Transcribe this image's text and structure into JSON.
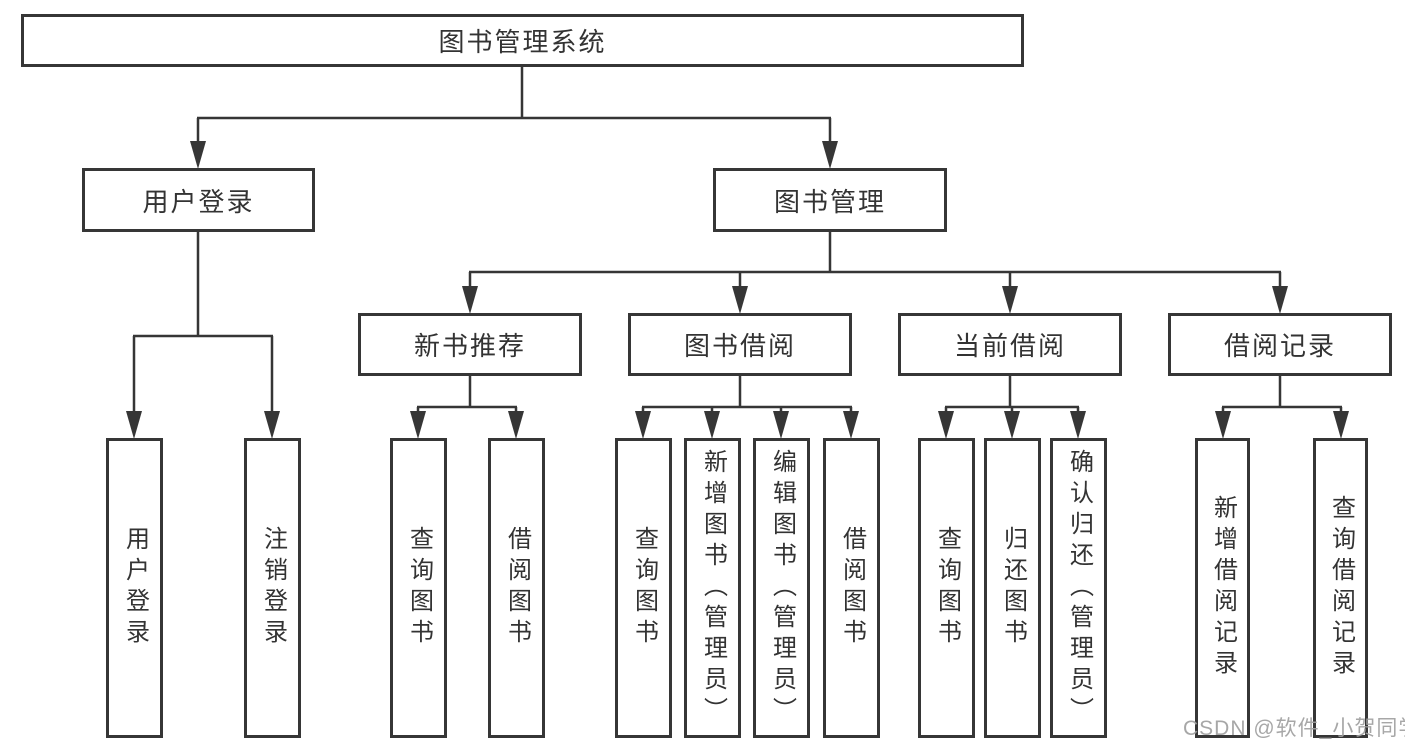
{
  "diagram": {
    "title": "图书管理系统",
    "colors": {
      "line": "#363636",
      "text": "#333333",
      "background": "#ffffff",
      "watermark": "#a0a0a0"
    },
    "nodes": {
      "root": {
        "label": "图书管理系统"
      },
      "level2": [
        {
          "label": "用户登录"
        },
        {
          "label": "图书管理"
        }
      ],
      "level3": [
        {
          "label": "新书推荐",
          "parent": "图书管理"
        },
        {
          "label": "图书借阅",
          "parent": "图书管理"
        },
        {
          "label": "当前借阅",
          "parent": "图书管理"
        },
        {
          "label": "借阅记录",
          "parent": "图书管理"
        }
      ],
      "level4": [
        {
          "label": "用户登录",
          "parent": "用户登录"
        },
        {
          "label": "注销登录",
          "parent": "用户登录"
        },
        {
          "label": "查询图书",
          "parent": "新书推荐"
        },
        {
          "label": "借阅图书",
          "parent": "新书推荐"
        },
        {
          "label": "查询图书",
          "parent": "图书借阅"
        },
        {
          "label": "新增图书（管理员）",
          "parent": "图书借阅"
        },
        {
          "label": "编辑图书（管理员）",
          "parent": "图书借阅"
        },
        {
          "label": "借阅图书",
          "parent": "图书借阅"
        },
        {
          "label": "查询图书",
          "parent": "当前借阅"
        },
        {
          "label": "归还图书",
          "parent": "当前借阅"
        },
        {
          "label": "确认归还（管理员）",
          "parent": "当前借阅"
        },
        {
          "label": "新增借阅记录",
          "parent": "借阅记录"
        },
        {
          "label": "查询借阅记录",
          "parent": "借阅记录"
        }
      ]
    }
  },
  "watermark": {
    "text": "CSDN @软件_小贺同学"
  }
}
